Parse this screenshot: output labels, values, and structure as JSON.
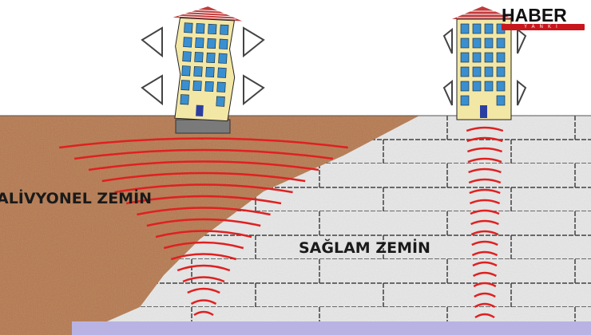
{
  "labels": {
    "alluvial_ground": "ALİVYONEL ZEMİN",
    "solid_ground": "SAĞLAM ZEMİN"
  },
  "logo": {
    "main": "HABER",
    "sub": "YANKI"
  },
  "colors": {
    "alluvial": "#b5764a",
    "rock": "#e9e9e9",
    "seismic_wave": "#e02020",
    "bedrock": "#b9b3e3",
    "building": "#f3e7a6",
    "window": "#3a8fd0",
    "roof": "#c23b3b",
    "logo_red": "#c8161d"
  }
}
